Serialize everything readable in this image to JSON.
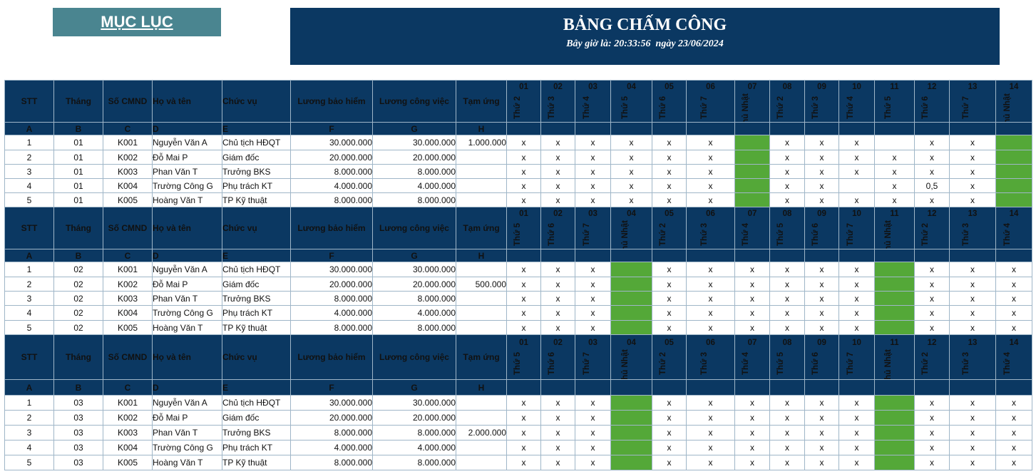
{
  "toc": {
    "label": "MỤC LỤC"
  },
  "title": {
    "main": "BẢNG CHẤM CÔNG",
    "now_label": "Bây giờ là: 20:33:56",
    "date_label": "ngày 23/06/2024"
  },
  "colors": {
    "header_bg": "#0b3862",
    "toc_bg": "#4a8590",
    "sunday": "#54a838"
  },
  "columns": [
    "STT",
    "Tháng",
    "Số CMND",
    "Họ và tên",
    "Chức vụ",
    "Lương bảo hiểm",
    "Lương công việc",
    "Tạm ứng"
  ],
  "letters": [
    "A",
    "B",
    "C",
    "D",
    "E",
    "F",
    "G",
    "H"
  ],
  "months": [
    {
      "days": [
        {
          "num": "01",
          "name": "Thứ 2"
        },
        {
          "num": "02",
          "name": "Thứ 3"
        },
        {
          "num": "03",
          "name": "Thứ 4"
        },
        {
          "num": "04",
          "name": "Thứ 5"
        },
        {
          "num": "05",
          "name": "Thứ 6"
        },
        {
          "num": "06",
          "name": "Thứ 7"
        },
        {
          "num": "07",
          "name": "Chủ Nhật",
          "sunday": true
        },
        {
          "num": "08",
          "name": "Thứ 2"
        },
        {
          "num": "09",
          "name": "Thứ 3"
        },
        {
          "num": "10",
          "name": "Thứ 4"
        },
        {
          "num": "11",
          "name": "Thứ 5"
        },
        {
          "num": "12",
          "name": "Thứ 6"
        },
        {
          "num": "13",
          "name": "Thứ 7"
        },
        {
          "num": "14",
          "name": "Chủ Nhật",
          "sunday": true
        }
      ],
      "rows": [
        {
          "stt": "1",
          "month": "01",
          "id": "K001",
          "name": "Nguyễn Văn A",
          "role": "Chủ tịch HĐQT",
          "salary_ins": "30.000.000",
          "salary_work": "30.000.000",
          "advance": "1.000.000",
          "marks": [
            "x",
            "x",
            "x",
            "x",
            "x",
            "x",
            "",
            "x",
            "x",
            "x",
            "",
            "x",
            "x",
            ""
          ]
        },
        {
          "stt": "2",
          "month": "01",
          "id": "K002",
          "name": "Đỗ Mai P",
          "role": "Giám đốc",
          "salary_ins": "20.000.000",
          "salary_work": "20.000.000",
          "advance": "",
          "marks": [
            "x",
            "x",
            "x",
            "x",
            "x",
            "x",
            "",
            "x",
            "x",
            "x",
            "x",
            "x",
            "x",
            ""
          ]
        },
        {
          "stt": "3",
          "month": "01",
          "id": "K003",
          "name": "Phan Văn T",
          "role": "Trưởng BKS",
          "salary_ins": "8.000.000",
          "salary_work": "8.000.000",
          "advance": "",
          "marks": [
            "x",
            "x",
            "x",
            "x",
            "x",
            "x",
            "",
            "x",
            "x",
            "x",
            "x",
            "x",
            "x",
            ""
          ]
        },
        {
          "stt": "4",
          "month": "01",
          "id": "K004",
          "name": "Trường Công G",
          "role": "Phụ trách KT",
          "salary_ins": "4.000.000",
          "salary_work": "4.000.000",
          "advance": "",
          "marks": [
            "x",
            "x",
            "x",
            "x",
            "x",
            "x",
            "",
            "x",
            "x",
            "",
            "x",
            "0,5",
            "x",
            ""
          ]
        },
        {
          "stt": "5",
          "month": "01",
          "id": "K005",
          "name": "Hoàng Văn T",
          "role": "TP Kỹ thuật",
          "salary_ins": "8.000.000",
          "salary_work": "8.000.000",
          "advance": "",
          "marks": [
            "x",
            "x",
            "x",
            "x",
            "x",
            "x",
            "",
            "x",
            "x",
            "x",
            "x",
            "x",
            "x",
            ""
          ]
        }
      ]
    },
    {
      "days": [
        {
          "num": "01",
          "name": "Thứ 5"
        },
        {
          "num": "02",
          "name": "Thứ 6"
        },
        {
          "num": "03",
          "name": "Thứ 7"
        },
        {
          "num": "04",
          "name": "Chủ Nhật",
          "sunday": true
        },
        {
          "num": "05",
          "name": "Thứ 2"
        },
        {
          "num": "06",
          "name": "Thứ 3"
        },
        {
          "num": "07",
          "name": "Thứ 4"
        },
        {
          "num": "08",
          "name": "Thứ 5"
        },
        {
          "num": "09",
          "name": "Thứ 6"
        },
        {
          "num": "10",
          "name": "Thứ 7"
        },
        {
          "num": "11",
          "name": "Chủ Nhật",
          "sunday": true
        },
        {
          "num": "12",
          "name": "Thứ 2"
        },
        {
          "num": "13",
          "name": "Thứ 3"
        },
        {
          "num": "14",
          "name": "Thứ 4"
        }
      ],
      "rows": [
        {
          "stt": "1",
          "month": "02",
          "id": "K001",
          "name": "Nguyễn Văn A",
          "role": "Chủ tịch HĐQT",
          "salary_ins": "30.000.000",
          "salary_work": "30.000.000",
          "advance": "",
          "marks": [
            "x",
            "x",
            "x",
            "",
            "x",
            "x",
            "x",
            "x",
            "x",
            "x",
            "",
            "x",
            "x",
            "x"
          ]
        },
        {
          "stt": "2",
          "month": "02",
          "id": "K002",
          "name": "Đỗ Mai P",
          "role": "Giám đốc",
          "salary_ins": "20.000.000",
          "salary_work": "20.000.000",
          "advance": "500.000",
          "marks": [
            "x",
            "x",
            "x",
            "",
            "x",
            "x",
            "x",
            "x",
            "x",
            "x",
            "",
            "x",
            "x",
            "x"
          ]
        },
        {
          "stt": "3",
          "month": "02",
          "id": "K003",
          "name": "Phan Văn T",
          "role": "Trưởng BKS",
          "salary_ins": "8.000.000",
          "salary_work": "8.000.000",
          "advance": "",
          "marks": [
            "x",
            "x",
            "x",
            "",
            "x",
            "x",
            "x",
            "x",
            "x",
            "x",
            "",
            "x",
            "x",
            "x"
          ]
        },
        {
          "stt": "4",
          "month": "02",
          "id": "K004",
          "name": "Trường Công G",
          "role": "Phụ trách KT",
          "salary_ins": "4.000.000",
          "salary_work": "4.000.000",
          "advance": "",
          "marks": [
            "x",
            "x",
            "x",
            "",
            "x",
            "x",
            "x",
            "x",
            "x",
            "x",
            "",
            "x",
            "x",
            "x"
          ]
        },
        {
          "stt": "5",
          "month": "02",
          "id": "K005",
          "name": "Hoàng Văn T",
          "role": "TP Kỹ thuật",
          "salary_ins": "8.000.000",
          "salary_work": "8.000.000",
          "advance": "",
          "marks": [
            "x",
            "x",
            "x",
            "",
            "x",
            "x",
            "x",
            "x",
            "x",
            "x",
            "",
            "x",
            "x",
            "x"
          ]
        }
      ]
    },
    {
      "days": [
        {
          "num": "01",
          "name": "Thứ 5"
        },
        {
          "num": "02",
          "name": "Thứ 6"
        },
        {
          "num": "03",
          "name": "Thứ 7"
        },
        {
          "num": "04",
          "name": "Chủ Nhật",
          "sunday": true
        },
        {
          "num": "05",
          "name": "Thứ 2"
        },
        {
          "num": "06",
          "name": "Thứ 3"
        },
        {
          "num": "07",
          "name": "Thứ 4"
        },
        {
          "num": "08",
          "name": "Thứ 5"
        },
        {
          "num": "09",
          "name": "Thứ 6"
        },
        {
          "num": "10",
          "name": "Thứ 7"
        },
        {
          "num": "11",
          "name": "Chủ Nhật",
          "sunday": true
        },
        {
          "num": "12",
          "name": "Thứ 2"
        },
        {
          "num": "13",
          "name": "Thứ 3"
        },
        {
          "num": "14",
          "name": "Thứ 4"
        }
      ],
      "rows": [
        {
          "stt": "1",
          "month": "03",
          "id": "K001",
          "name": "Nguyễn Văn A",
          "role": "Chủ tịch HĐQT",
          "salary_ins": "30.000.000",
          "salary_work": "30.000.000",
          "advance": "",
          "marks": [
            "x",
            "x",
            "x",
            "",
            "x",
            "x",
            "x",
            "x",
            "x",
            "x",
            "",
            "x",
            "x",
            "x"
          ]
        },
        {
          "stt": "2",
          "month": "03",
          "id": "K002",
          "name": "Đỗ Mai P",
          "role": "Giám đốc",
          "salary_ins": "20.000.000",
          "salary_work": "20.000.000",
          "advance": "",
          "marks": [
            "x",
            "x",
            "x",
            "",
            "x",
            "x",
            "x",
            "x",
            "x",
            "x",
            "",
            "x",
            "x",
            "x"
          ]
        },
        {
          "stt": "3",
          "month": "03",
          "id": "K003",
          "name": "Phan Văn T",
          "role": "Trưởng BKS",
          "salary_ins": "8.000.000",
          "salary_work": "8.000.000",
          "advance": "2.000.000",
          "marks": [
            "x",
            "x",
            "x",
            "",
            "x",
            "x",
            "x",
            "x",
            "x",
            "x",
            "",
            "x",
            "x",
            "x"
          ]
        },
        {
          "stt": "4",
          "month": "03",
          "id": "K004",
          "name": "Trường Công G",
          "role": "Phụ trách KT",
          "salary_ins": "4.000.000",
          "salary_work": "4.000.000",
          "advance": "",
          "marks": [
            "x",
            "x",
            "x",
            "",
            "x",
            "x",
            "x",
            "x",
            "x",
            "x",
            "",
            "x",
            "x",
            "x"
          ]
        },
        {
          "stt": "5",
          "month": "03",
          "id": "K005",
          "name": "Hoàng Văn T",
          "role": "TP Kỹ thuật",
          "salary_ins": "8.000.000",
          "salary_work": "8.000.000",
          "advance": "",
          "marks": [
            "x",
            "x",
            "x",
            "",
            "x",
            "x",
            "x",
            "x",
            "x",
            "x",
            "",
            "x",
            "x",
            "x"
          ]
        }
      ]
    }
  ]
}
